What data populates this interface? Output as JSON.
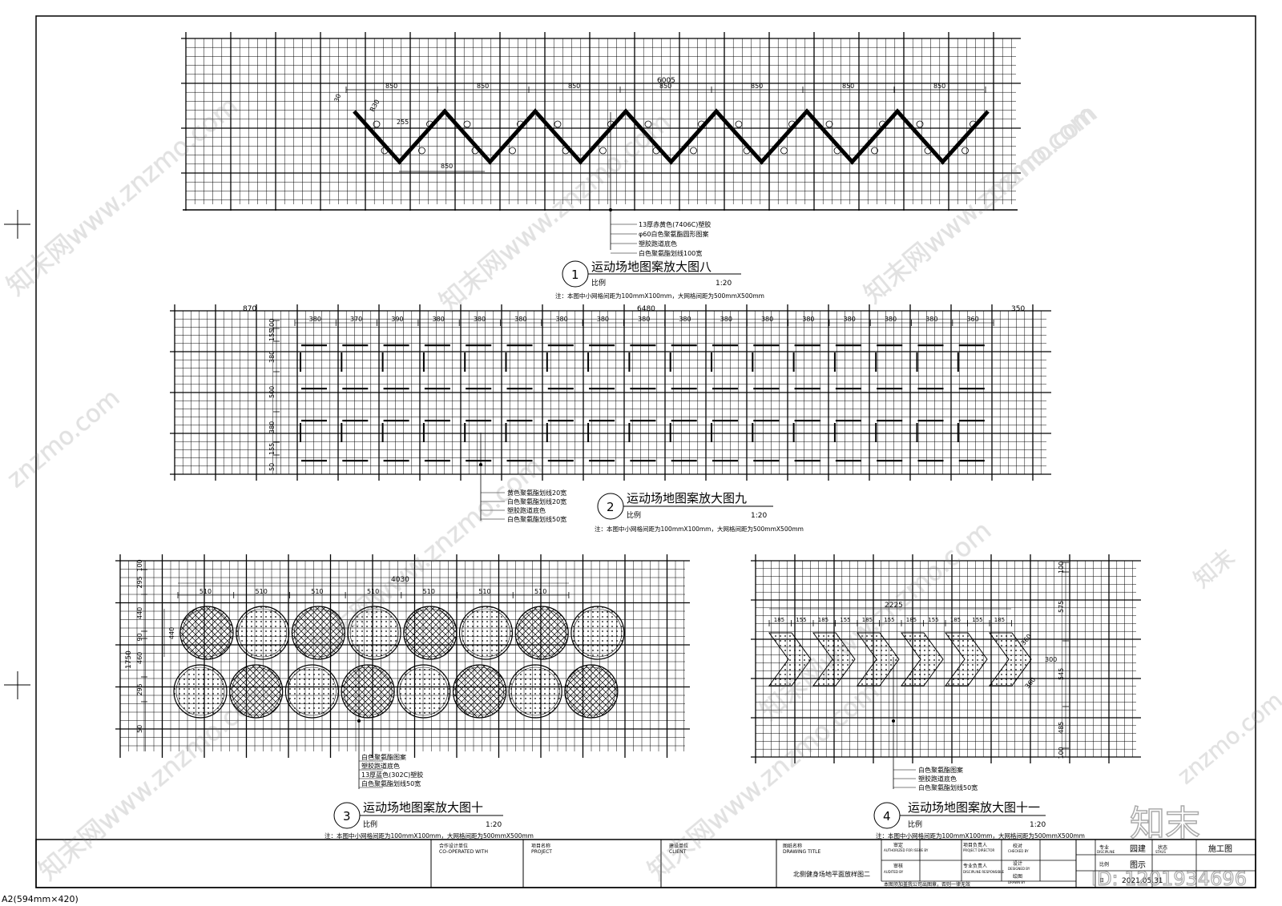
{
  "sheet": {
    "paper_size": "A2(594mm×420)"
  },
  "details": [
    {
      "id": "d1",
      "number": "1",
      "title": "运动场地图案放大图八",
      "scale_label": "比例",
      "scale": "1:20",
      "note": "注：本图中小网格间距为100mmX100mm，大网格间距为500mmX500mm",
      "overall_dim": "6005",
      "dims": [
        "850",
        "850",
        "850",
        "850",
        "850",
        "850",
        "850"
      ],
      "small_dims": [
        "30",
        "R30",
        "255",
        "850"
      ],
      "legend": [
        "13厚赤黄色(7406C)塑胶",
        "φ60白色聚氨酯圆形图案",
        "塑胶跑道底色",
        "白色聚氨酯划线100宽"
      ]
    },
    {
      "id": "d2",
      "number": "2",
      "title": "运动场地图案放大图九",
      "scale_label": "比例",
      "scale": "1:20",
      "note": "注：本图中小网格间距为100mmX100mm，大网格间距为500mmX500mm",
      "overall_dim": "6480",
      "left_dim": "870",
      "right_dim": "350",
      "dims": [
        "380",
        "370",
        "390",
        "380",
        "380",
        "380",
        "380",
        "380",
        "380",
        "380",
        "380",
        "380",
        "380",
        "380",
        "380",
        "380",
        "360"
      ],
      "v_dims": [
        "100",
        "155",
        "380",
        "500",
        "380",
        "155",
        "50"
      ],
      "legend": [
        "黄色聚氨酯划线20宽",
        "白色聚氨酯划线20宽",
        "塑胶跑道底色",
        "白色聚氨酯划线50宽"
      ]
    },
    {
      "id": "d3",
      "number": "3",
      "title": "运动场地图案放大图十",
      "scale_label": "比例",
      "scale": "1:20",
      "note": "注：本图中小网格间距为100mmX100mm，大网格间距为500mmX500mm",
      "overall_dim": "4030",
      "dims": [
        "510",
        "510",
        "510",
        "510",
        "510",
        "510",
        "510"
      ],
      "v_dims": [
        "100",
        "295",
        "440",
        "90",
        "460",
        "295",
        "50"
      ],
      "side_dim": "1750",
      "inner_dim": "440",
      "legend": [
        "白色聚氨酯图案",
        "塑胶跑道底色",
        "13厚蓝色(302C)塑胶",
        "白色聚氨酯划线50宽"
      ]
    },
    {
      "id": "d4",
      "number": "4",
      "title": "运动场地图案放大图十一",
      "scale_label": "比例",
      "scale": "1:20",
      "note": "注：本图中小网格间距为100mmX100mm，大网格间距为500mmX500mm",
      "overall_dim": "2225",
      "dims": [
        "185",
        "155",
        "185",
        "155",
        "185",
        "155",
        "185",
        "155",
        "185",
        "155",
        "185"
      ],
      "v_dims": [
        "100",
        "575",
        "545",
        "485",
        "100"
      ],
      "side_dims": [
        "300",
        "360",
        "360"
      ],
      "legend": [
        "白色聚氨酯图案",
        "塑胶跑道底色",
        "白色聚氨酯划线50宽"
      ]
    }
  ],
  "title_block": {
    "co_cn": "合作设计单位",
    "co_en": "CO-OPERATED WITH",
    "project_cn": "项目名称",
    "project_en": "PROJECT",
    "client_cn": "建设单位",
    "client_en": "CLIENT",
    "drawing_title_cn": "图纸名称",
    "drawing_title_en": "DRAWING TITLE",
    "drawing_title_value": "北侧健身场地平面放样图二",
    "approved_cn": "审定",
    "approved_en": "AUTHORIZED FOR ISSUE BY",
    "audited_cn": "审核",
    "audited_en": "AUDITED BY",
    "director_cn": "项目负责人",
    "director_en": "PROJECT DIRECTOR",
    "responsible_cn": "专业负责人",
    "responsible_en": "DISCIPLINE RESPONSIBLE",
    "checked_cn": "校对",
    "checked_en": "CHECKED BY",
    "designed_cn": "设计",
    "designed_en": "DESIGNED BY",
    "drawn_cn": "绘图",
    "drawn_en": "DRAWN BY",
    "discipline_cn": "专业",
    "discipline_en": "DISCIPLINE",
    "discipline_value": "园建",
    "status_cn": "状态",
    "status_en": "STAUS",
    "status_value": "施工图",
    "scale_cn": "比例",
    "scale_value": "图示",
    "date_prefix": "日",
    "date_value": "2021.05.31",
    "footer_note": "本图须加盖我公司出图章，否则一律无效"
  },
  "watermark": {
    "brand_cn": "知末",
    "site_cn": "知末网www.znzmo.com",
    "site": "znzmo.com",
    "id_text": "ID: 1201934696"
  }
}
